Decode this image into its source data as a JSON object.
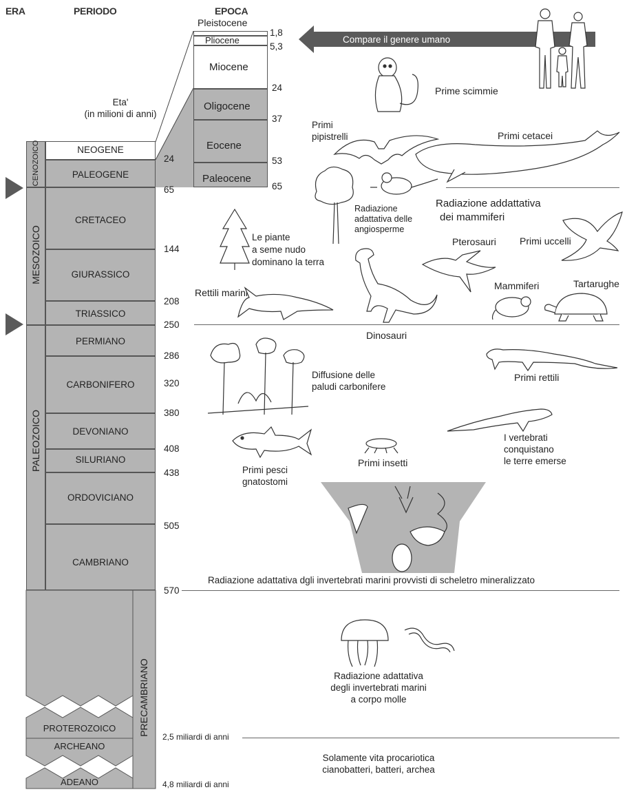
{
  "headers": {
    "era": "ERA",
    "period": "PERIODO",
    "epoch": "EPOCA"
  },
  "age_label": {
    "line1": "Eta'",
    "line2": "(in milioni di anni)"
  },
  "eras": {
    "cenozoic": "CENOZOICO",
    "mesozoic": "MESOZOICO",
    "paleozoic": "PALEOZOICO",
    "precambrian": "PRECAMBRIANO"
  },
  "periods": {
    "neogene": "NEOGENE",
    "paleogene": "PALEOGENE",
    "cretaceous": "CRETACEO",
    "jurassic": "GIURASSICO",
    "triassic": "TRIASSICO",
    "permian": "PERMIANO",
    "carboniferous": "CARBONIFERO",
    "devonian": "DEVONIANO",
    "silurian": "SILURIANO",
    "ordovician": "ORDOVICIANO",
    "cambrian": "CAMBRIANO",
    "proterozoic": "PROTEROZOICO",
    "archean": "ARCHEANO",
    "hadean": "ADEANO"
  },
  "epochs": {
    "pleistocene": "Pleistocene",
    "pliocene": "Pliocene",
    "miocene": "Miocene",
    "oligocene": "Oligocene",
    "eocene": "Eocene",
    "paleocene": "Paleocene"
  },
  "epoch_ages": {
    "a1": "1,8",
    "a2": "5,3",
    "a3": "24",
    "a4": "37",
    "a5": "53",
    "a6": "65"
  },
  "period_ages": {
    "a24": "24",
    "a65": "65",
    "a144": "144",
    "a208": "208",
    "a250": "250",
    "a286": "286",
    "a320": "320",
    "a380": "380",
    "a408": "408",
    "a438": "438",
    "a505": "505",
    "a570": "570",
    "b25": "2,5 miliardi di anni",
    "b48": "4,8 miliardi di anni"
  },
  "events": {
    "humans": "Compare il genere umano",
    "first_monkeys": "Prime scimmie",
    "first_bats_1": "Primi",
    "first_bats_2": "pipistrelli",
    "first_cetaceans": "Primi cetacei",
    "angio_1": "Radiazione",
    "angio_2": "adattativa delle",
    "angio_3": "angiosperme",
    "mammal_rad_1": "Radiazione addattativa",
    "mammal_rad_2": "dei mammiferi",
    "gymno_1": "Le piante",
    "gymno_2": "a seme nudo",
    "gymno_3": "dominano la terra",
    "pterosaurs": "Pterosauri",
    "first_birds": "Primi uccelli",
    "marine_reptiles": "Rettili marini",
    "mammals": "Mammiferi",
    "turtles": "Tartarughe",
    "dinosaurs": "Dinosauri",
    "swamps_1": "Diffusione delle",
    "swamps_2": "paludi carbonifere",
    "first_reptiles": "Primi rettili",
    "vert_land_1": "I vertebrati",
    "vert_land_2": "conquistano",
    "vert_land_3": "le terre emerse",
    "first_insects": "Primi insetti",
    "fish_1": "Primi pesci",
    "fish_2": "gnatostomi",
    "mineral_rad": "Radiazione adattativa dgli invertebrati marini provvisti di scheletro mineralizzato",
    "soft_1": "Radiazione adattativa",
    "soft_2": "degli invertebrati marini",
    "soft_3": "a corpo molle",
    "prok_1": "Solamente vita procariotica",
    "prok_2": "cianobatteri,  batteri, archea"
  },
  "colors": {
    "grey_fill": "#b4b4b4",
    "dark_arrow": "#5a5a5a",
    "line": "#666666"
  }
}
